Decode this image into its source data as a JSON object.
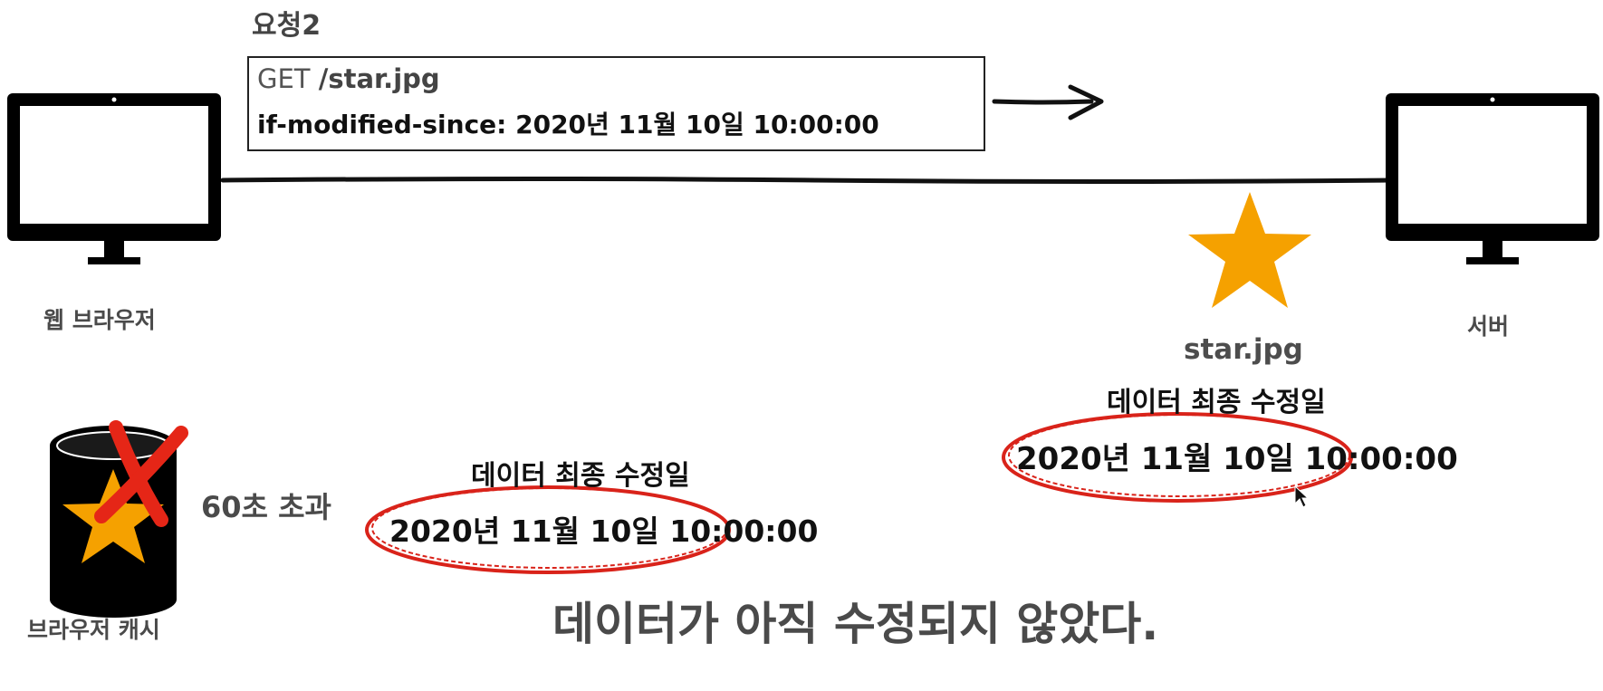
{
  "request": {
    "title": "요청2",
    "method": "GET ",
    "path": "/star.jpg",
    "header": "if-modified-since: 2020년 11월 10일 10:00:00"
  },
  "client": {
    "label": "웹 브라우저"
  },
  "server": {
    "label": "서버",
    "resource_name": "star.jpg",
    "last_modified_label": "데이터 최종 수정일",
    "last_modified_value": "2020년 11월 10일 10:00:00"
  },
  "cache": {
    "label": "브라우저 캐시",
    "expired_text": "60초 초과",
    "last_modified_label": "데이터 최종 수정일",
    "last_modified_value": "2020년 11월 10일 10:00:00"
  },
  "conclusion": "데이터가 아직 수정되지 않았다.",
  "colors": {
    "star": "#F5A100",
    "highlight_ellipse": "#D9231A",
    "cross": "#E52617",
    "line": "#111111"
  },
  "icons": {
    "client": "monitor-icon",
    "server": "monitor-icon",
    "resource": "star-icon",
    "cache": "database-icon",
    "expired": "cross-icon",
    "direction": "arrow-right-icon"
  }
}
